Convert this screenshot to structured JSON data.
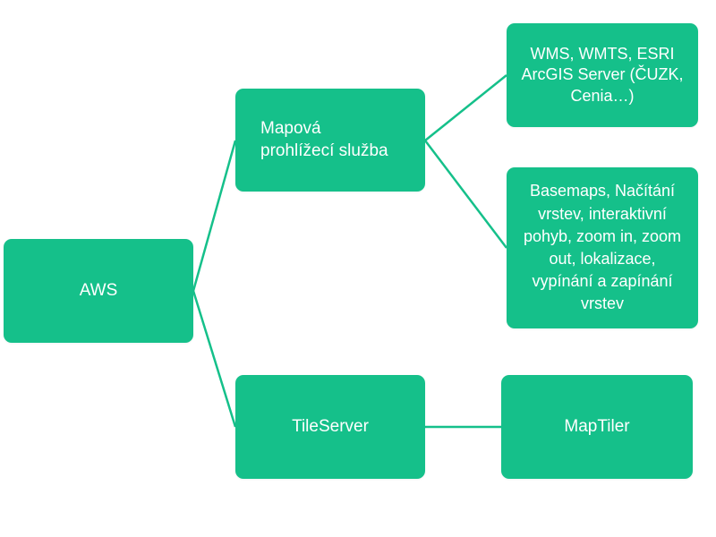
{
  "colors": {
    "node_fill": "#15c08a",
    "connector": "#15c08a",
    "text": "#ffffff"
  },
  "nodes": {
    "aws": {
      "label": "AWS"
    },
    "map_service": {
      "label": "Mapová prohlížecí služba"
    },
    "wms": {
      "label": "WMS, WMTS, ESRI ArcGIS Server (ČUZK, Cenia…)"
    },
    "basemaps": {
      "label": "Basemaps, Načítání vrstev, interaktivní pohyb, zoom in, zoom out, lokalizace, vypínání a zapínání vrstev"
    },
    "tileserver": {
      "label": "TileServer"
    },
    "maptiler": {
      "label": "MapTiler"
    }
  },
  "edges": [
    {
      "from": "aws",
      "to": "map_service"
    },
    {
      "from": "aws",
      "to": "tileserver"
    },
    {
      "from": "map_service",
      "to": "wms"
    },
    {
      "from": "map_service",
      "to": "basemaps"
    },
    {
      "from": "tileserver",
      "to": "maptiler"
    }
  ]
}
